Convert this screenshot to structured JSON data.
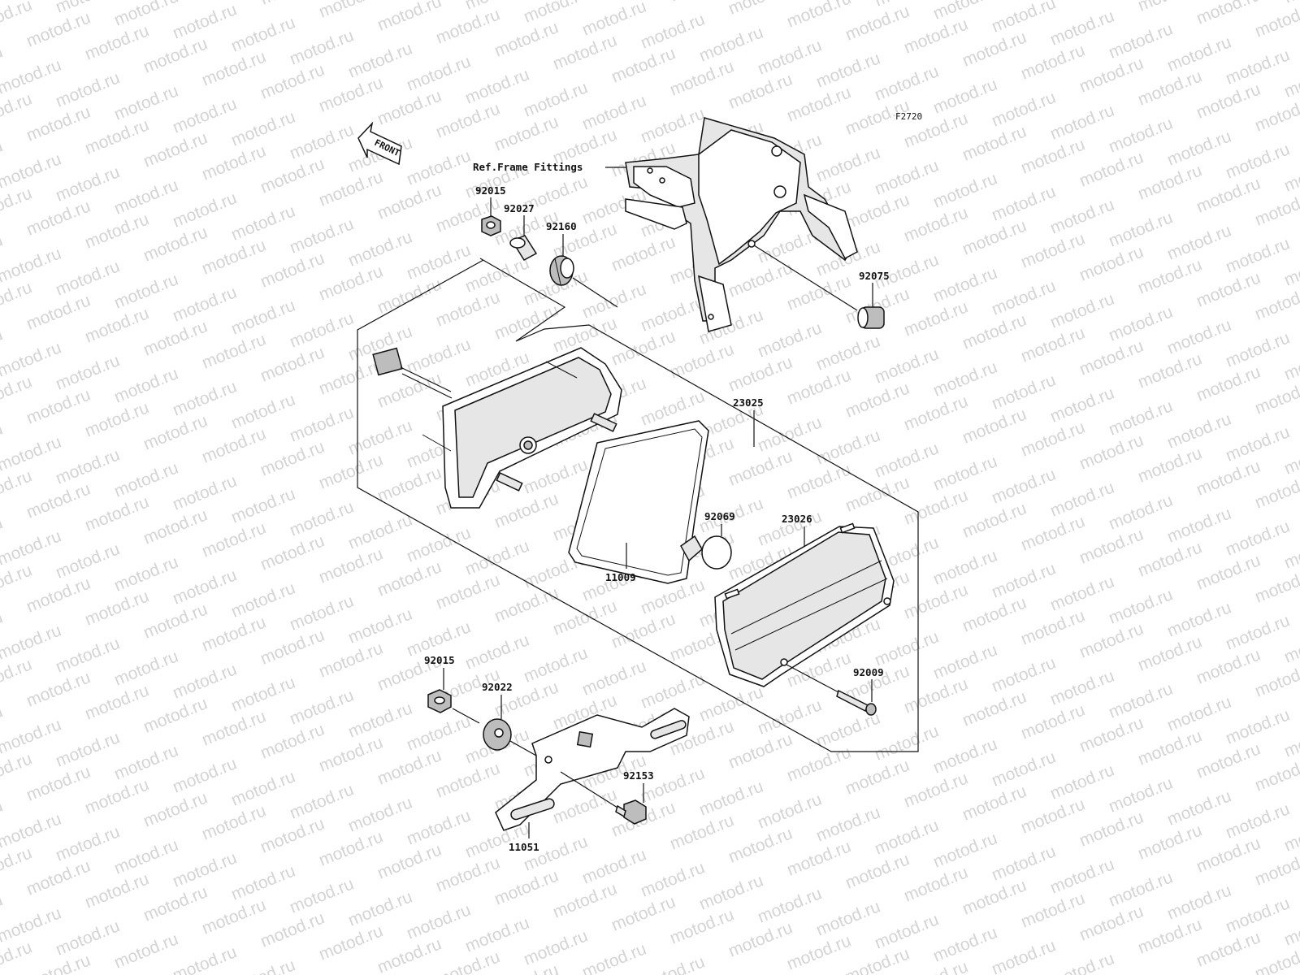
{
  "watermark": "motod.ru",
  "figure_code": "F2720",
  "front_label": "FRONT",
  "ref_label": "Ref.Frame Fittings",
  "parts": {
    "p92015a": "92015",
    "p92027": "92027",
    "p92160": "92160",
    "p92075": "92075",
    "p23025": "23025",
    "p92069": "92069",
    "p23026": "23026",
    "p11009": "11009",
    "p92015b": "92015",
    "p92022": "92022",
    "p92009": "92009",
    "p92153": "92153",
    "p11051": "11051"
  }
}
